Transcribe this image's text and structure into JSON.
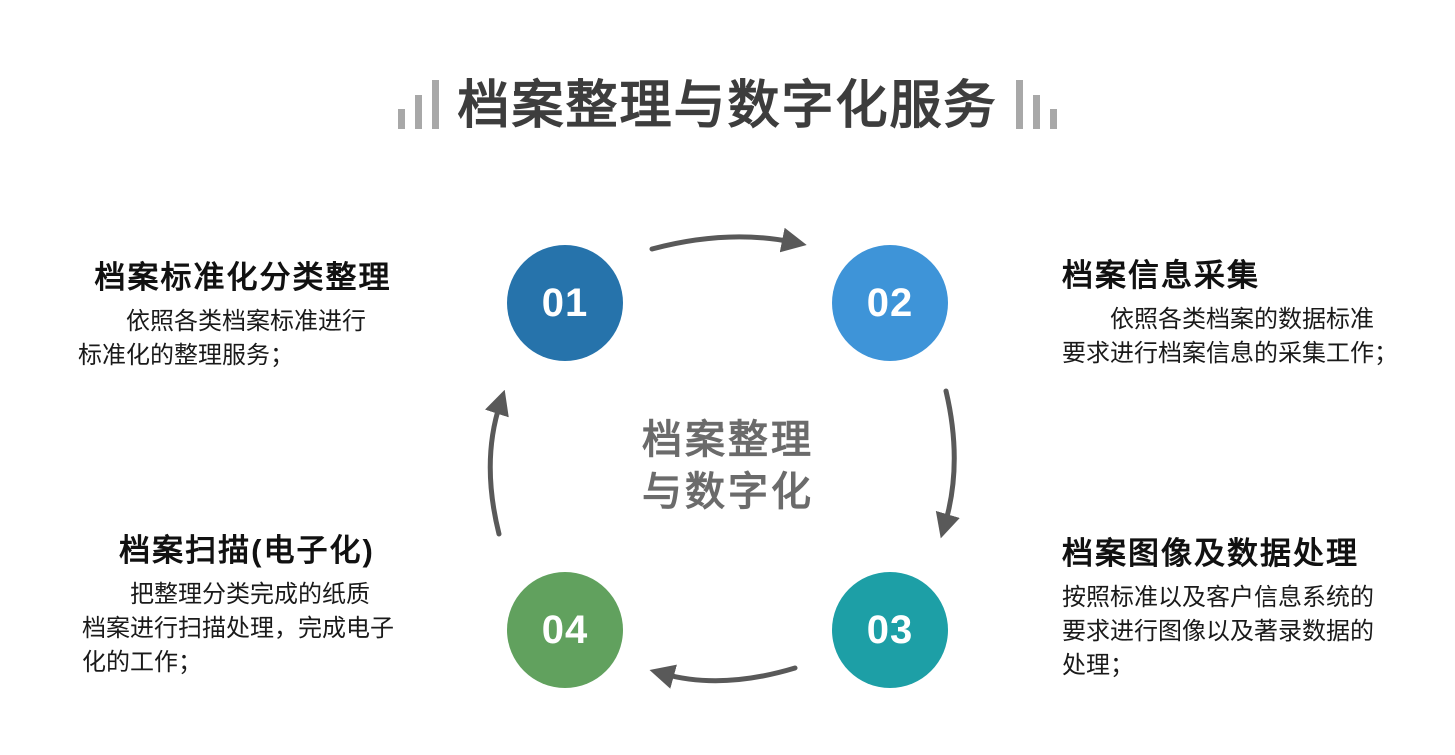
{
  "header": {
    "title": "档案整理与数字化服务",
    "title_color": "#3d3d3d",
    "decor_color": "#a8a8a8",
    "left_icon": "bar-chart-ascending",
    "right_icon": "bar-chart-descending"
  },
  "cycle": {
    "center_title_line1": "档案整理",
    "center_title_line2": "与数字化",
    "center_color": "#6b6b6b",
    "arrow_color": "#595959"
  },
  "steps": [
    {
      "number": "01",
      "circle_color": "#2673ab",
      "title": "档案标准化分类整理",
      "description": "依照各类档案标准进行\n标准化的整理服务；"
    },
    {
      "number": "02",
      "circle_color": "#3e94d8",
      "title": "档案信息采集",
      "description": "依照各类档案的数据标准\n要求进行档案信息的采集工作；"
    },
    {
      "number": "03",
      "circle_color": "#1d9fa6",
      "title": "档案图像及数据处理",
      "description": "按照标准以及客户信息系统的\n要求进行图像以及著录数据的\n处理；"
    },
    {
      "number": "04",
      "circle_color": "#61a15e",
      "title": "档案扫描(电子化)",
      "description": "把整理分类完成的纸质\n档案进行扫描处理，完成电子\n化的工作；"
    }
  ]
}
